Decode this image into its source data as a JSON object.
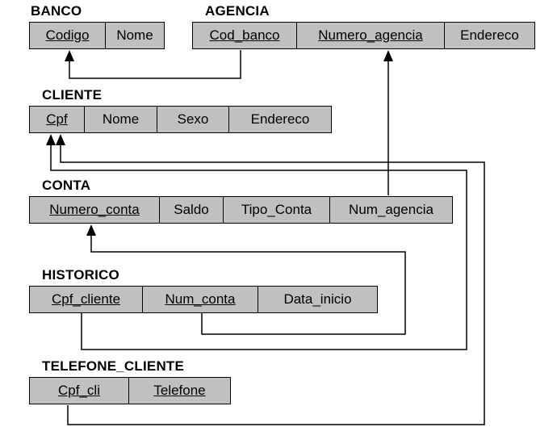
{
  "tables": {
    "banco": {
      "name": "BANCO",
      "columns": [
        {
          "label": "Codigo",
          "pk": true
        },
        {
          "label": "Nome",
          "pk": false
        }
      ]
    },
    "agencia": {
      "name": "AGENCIA",
      "columns": [
        {
          "label": "Cod_banco",
          "pk": true
        },
        {
          "label": "Numero_agencia",
          "pk": true
        },
        {
          "label": "Endereco",
          "pk": false
        }
      ]
    },
    "cliente": {
      "name": "CLIENTE",
      "columns": [
        {
          "label": "Cpf",
          "pk": true
        },
        {
          "label": "Nome",
          "pk": false
        },
        {
          "label": "Sexo",
          "pk": false
        },
        {
          "label": "Endereco",
          "pk": false
        }
      ]
    },
    "conta": {
      "name": "CONTA",
      "columns": [
        {
          "label": "Numero_conta",
          "pk": true
        },
        {
          "label": "Saldo",
          "pk": false
        },
        {
          "label": "Tipo_Conta",
          "pk": false
        },
        {
          "label": "Num_agencia",
          "pk": false
        }
      ]
    },
    "historico": {
      "name": "HISTORICO",
      "columns": [
        {
          "label": "Cpf_cliente",
          "pk": true
        },
        {
          "label": "Num_conta",
          "pk": true
        },
        {
          "label": "Data_inicio",
          "pk": false
        }
      ]
    },
    "telefone_cliente": {
      "name": "TELEFONE_CLIENTE",
      "columns": [
        {
          "label": "Cpf_cli",
          "pk": true
        },
        {
          "label": "Telefone",
          "pk": true
        }
      ]
    }
  },
  "relationships": [
    {
      "from": "AGENCIA.Cod_banco",
      "to": "BANCO.Codigo"
    },
    {
      "from": "CONTA.Num_agencia",
      "to": "AGENCIA.Numero_agencia"
    },
    {
      "from": "HISTORICO.Num_conta",
      "to": "CONTA.Numero_conta"
    },
    {
      "from": "HISTORICO.Cpf_cliente",
      "to": "CLIENTE.Cpf"
    },
    {
      "from": "TELEFONE_CLIENTE.Cpf_cli",
      "to": "CLIENTE.Cpf"
    }
  ],
  "colors": {
    "cell_fill": "#c0c0c0",
    "line": "#000000"
  }
}
